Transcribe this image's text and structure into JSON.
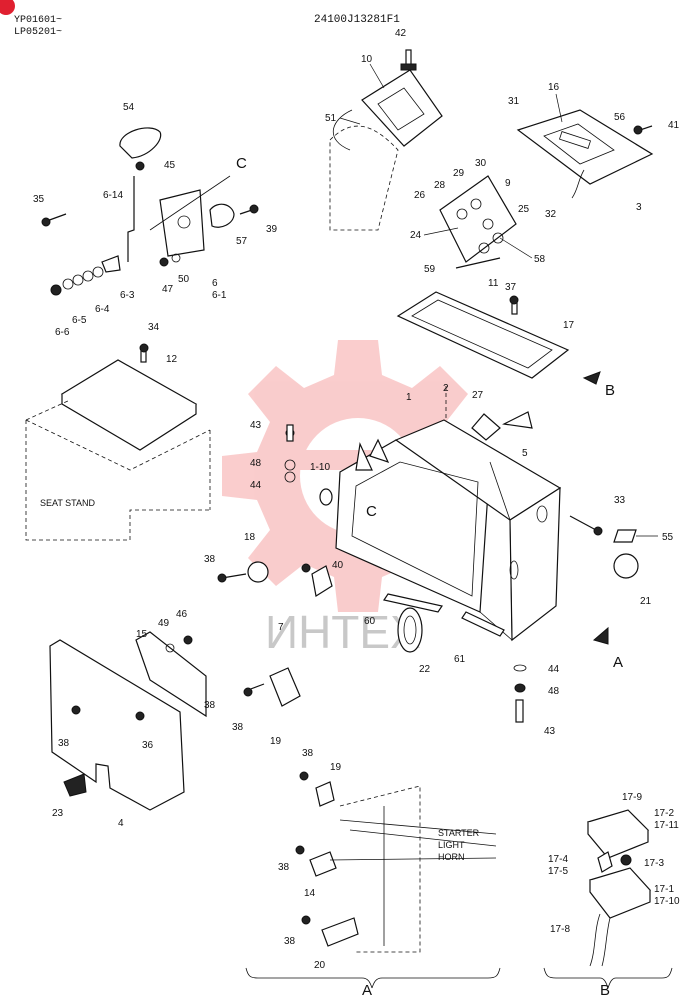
{
  "header": {
    "serial_1": "YP01601~",
    "serial_2": "LP05201~",
    "drawing_number": "24100J13281F1"
  },
  "watermark": {
    "text": "ИНТЕХ",
    "color": "#f07070"
  },
  "parts": {
    "p1": "1",
    "p1_10": "1-10",
    "p2": "2",
    "p3": "3",
    "p4": "4",
    "p5": "5",
    "p6": "6",
    "p6_1": "6-1",
    "p6_3": "6-3",
    "p6_4": "6-4",
    "p6_5": "6-5",
    "p6_6": "6-6",
    "p6_14": "6-14",
    "p7": "7",
    "p9": "9",
    "p10": "10",
    "p11": "11",
    "p12": "12",
    "p14": "14",
    "p15": "15",
    "p16": "16",
    "p17": "17",
    "p18": "18",
    "p19": "19",
    "p19b": "19",
    "p20": "20",
    "p21": "21",
    "p22": "22",
    "p23": "23",
    "p24": "24",
    "p25": "25",
    "p26": "26",
    "p27": "27",
    "p28": "28",
    "p29": "29",
    "p30": "30",
    "p31": "31",
    "p32": "32",
    "p33": "33",
    "p34": "34",
    "p35": "35",
    "p36": "36",
    "p37": "37",
    "p38a": "38",
    "p38b": "38",
    "p38c": "38",
    "p38d": "38",
    "p38e": "38",
    "p38f": "38",
    "p38g": "38",
    "p39": "39",
    "p40": "40",
    "p41": "41",
    "p42": "42",
    "p43a": "43",
    "p43b": "43",
    "p44a": "44",
    "p44b": "44",
    "p45": "45",
    "p46": "46",
    "p47": "47",
    "p48a": "48",
    "p48b": "48",
    "p49": "49",
    "p50": "50",
    "p51": "51",
    "p54": "54",
    "p55": "55",
    "p56": "56",
    "p57": "57",
    "p58": "58",
    "p59": "59",
    "p60": "60",
    "p61": "61",
    "p17_1": "17-1",
    "p17_2": "17-2",
    "p17_3": "17-3",
    "p17_4": "17-4",
    "p17_5": "17-5",
    "p17_8": "17-8",
    "p17_9": "17-9",
    "p17_10": "17-10",
    "p17_11": "17-11"
  },
  "view_markers": {
    "c_upper": "C",
    "c_lower": "C",
    "a_arrow": "A",
    "b_arrow": "B",
    "a_bottom": "A",
    "b_bottom": "B"
  },
  "labels": {
    "seat_stand": "SEAT STAND",
    "starter": "STARTER",
    "light": "LIGHT",
    "horn": "HORN"
  }
}
